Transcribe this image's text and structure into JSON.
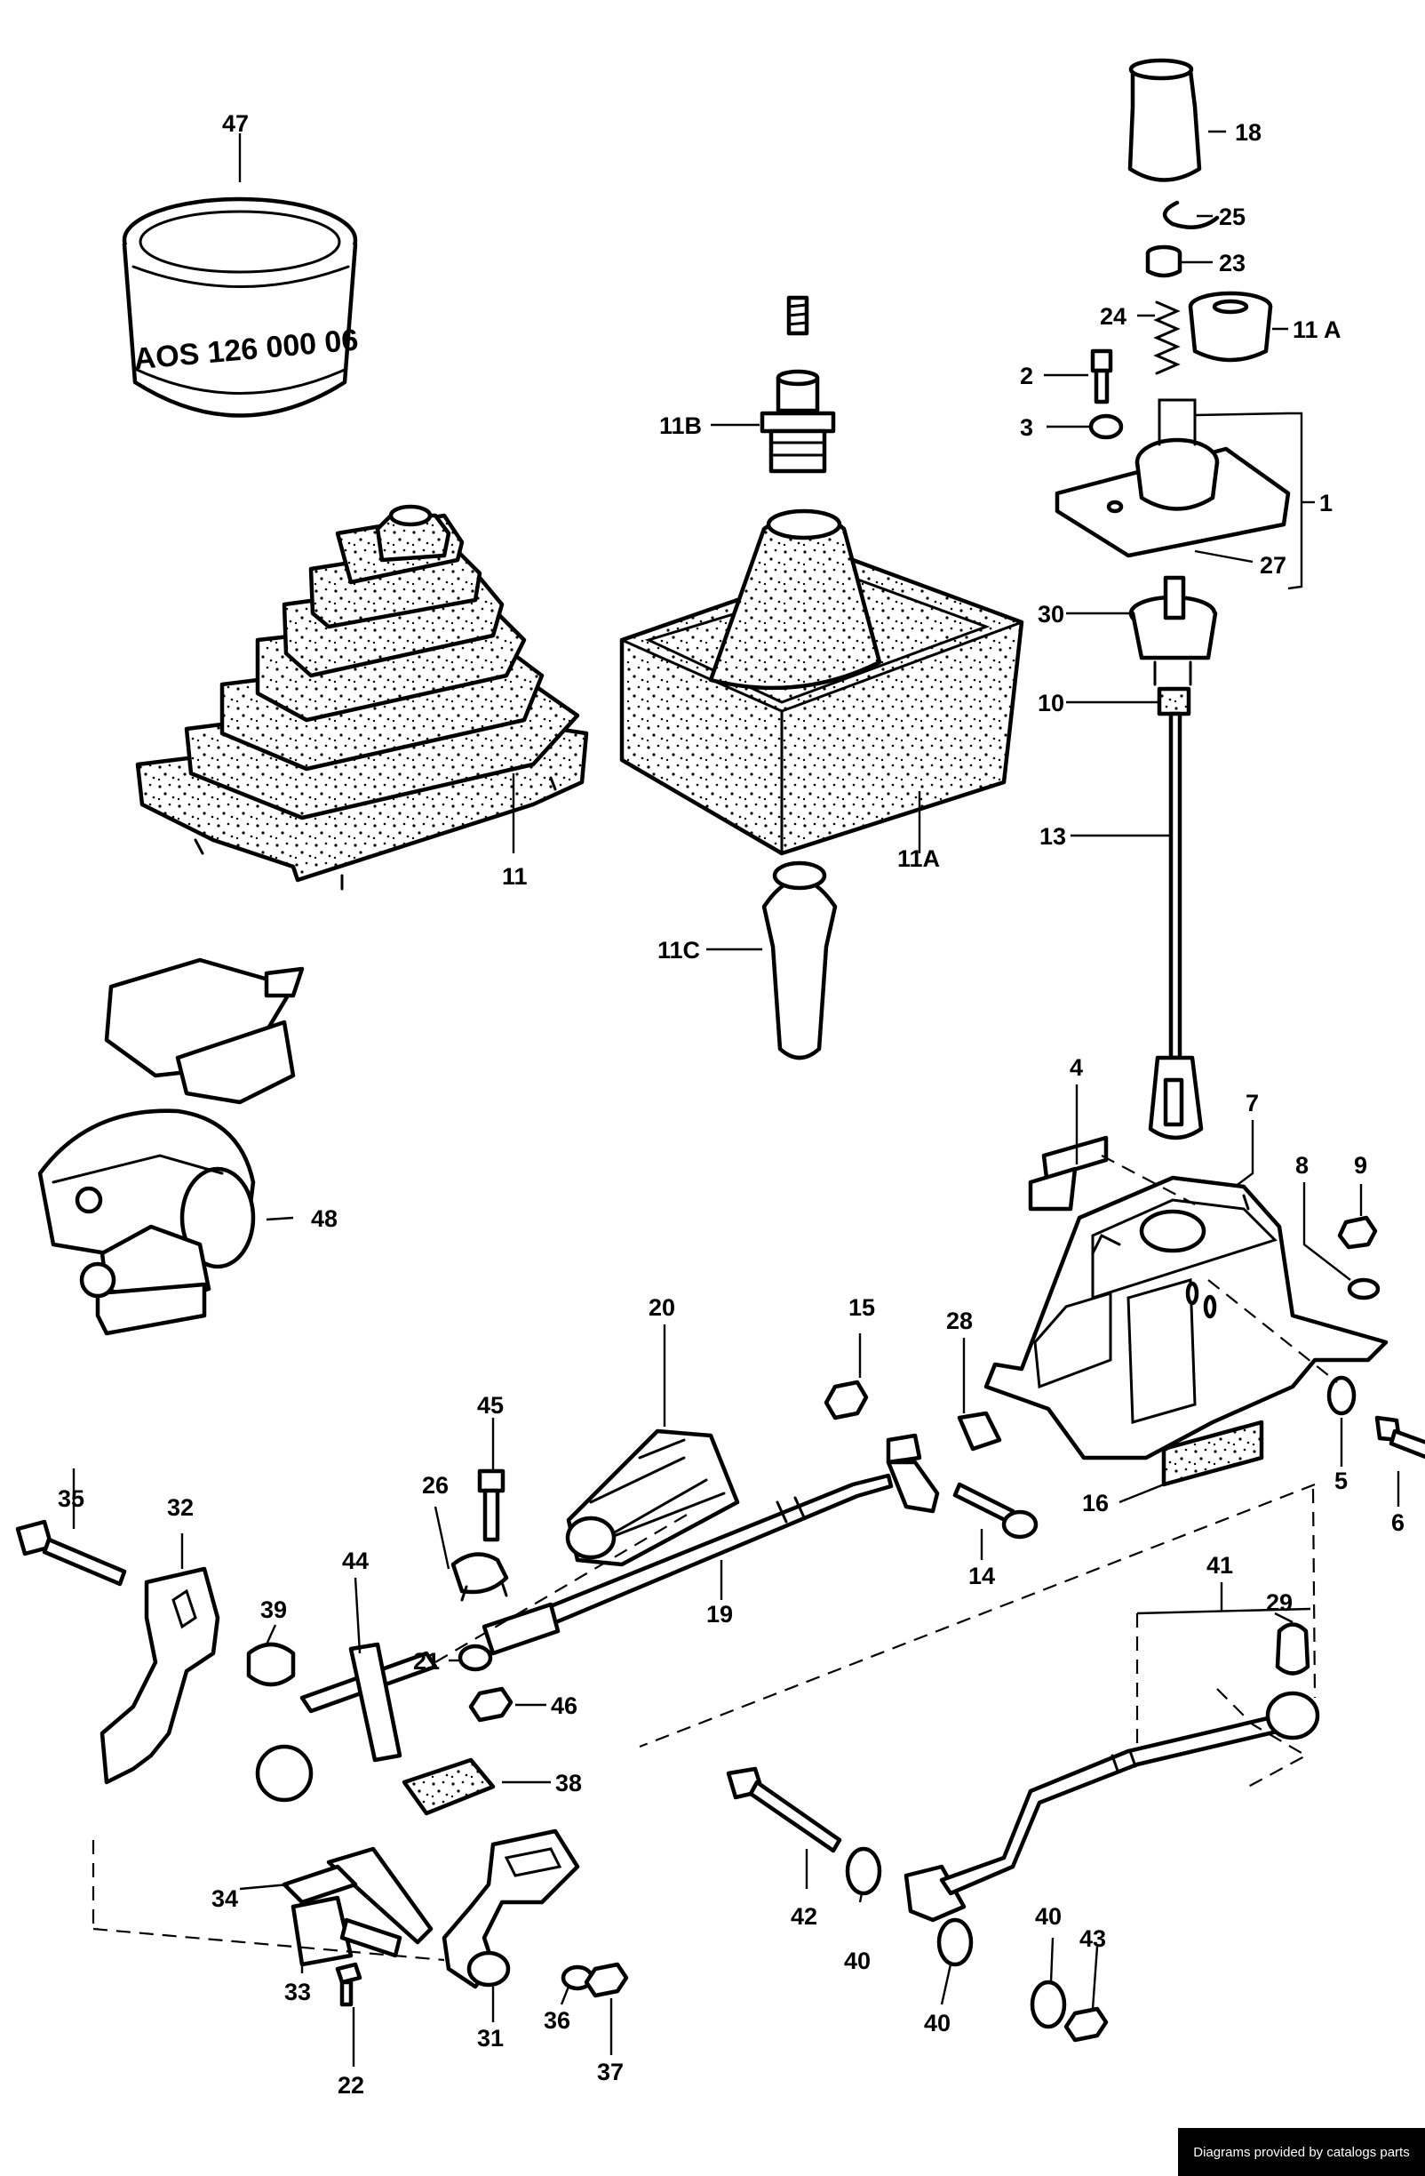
{
  "stamp_text": "AOS 126 000 06",
  "footer_text": "Diagrams provided by catalogs parts",
  "callouts": {
    "c1": "1",
    "c2": "2",
    "c3": "3",
    "c4": "4",
    "c5": "5",
    "c6": "6",
    "c7": "7",
    "c8": "8",
    "c9": "9",
    "c10": "10",
    "c11": "11",
    "c11A_top": "11 A",
    "c11A": "11A",
    "c11B": "11B",
    "c11C": "11C",
    "c13": "13",
    "c14": "14",
    "c15": "15",
    "c16": "16",
    "c18": "18",
    "c19": "19",
    "c20": "20",
    "c21": "21",
    "c22": "22",
    "c23": "23",
    "c24": "24",
    "c25": "25",
    "c26": "26",
    "c27": "27",
    "c28": "28",
    "c29": "29",
    "c30": "30",
    "c31": "31",
    "c32": "32",
    "c33": "33",
    "c34": "34",
    "c35": "35",
    "c36": "36",
    "c37": "37",
    "c38": "38",
    "c39": "39",
    "c40a": "40",
    "c40b": "40",
    "c40c": "40",
    "c41": "41",
    "c42": "42",
    "c43": "43",
    "c44": "44",
    "c45": "45",
    "c46": "46",
    "c47": "47",
    "c48": "48"
  }
}
